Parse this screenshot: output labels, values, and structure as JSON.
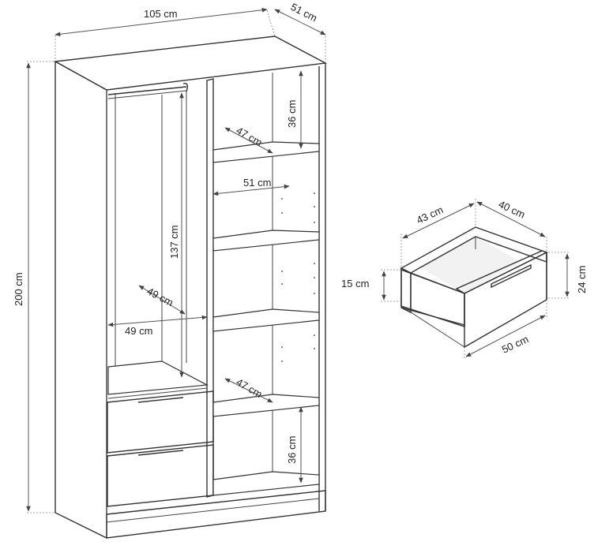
{
  "wardrobe": {
    "width": "105 cm",
    "depth": "51 cm",
    "height": "200 cm",
    "hanging_height": "137 cm",
    "hanging_width": "49 cm",
    "hanging_depth": "49 cm",
    "shelf_width": "51 cm",
    "shelf_depth_top": "47 cm",
    "shelf_depth_bottom": "47 cm",
    "top_compartment_height": "36 cm",
    "bottom_compartment_height": "36 cm"
  },
  "drawer": {
    "inner_width": "43 cm",
    "inner_depth": "40 cm",
    "front_width": "50 cm",
    "inner_height": "15 cm",
    "front_height": "24 cm"
  }
}
